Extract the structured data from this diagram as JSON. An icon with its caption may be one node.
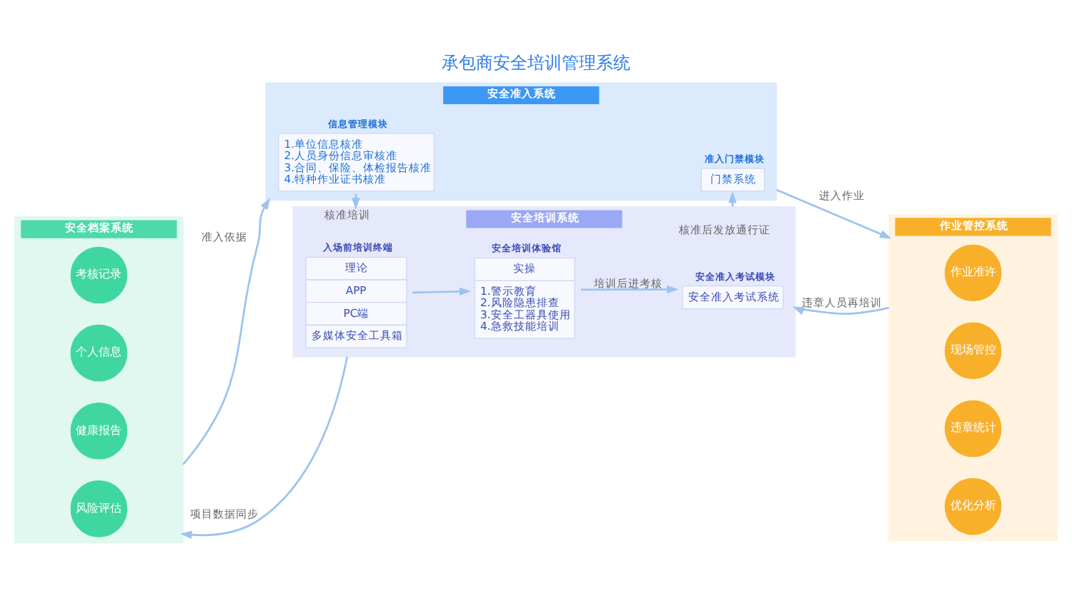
{
  "diagram": {
    "title": "承包商安全培训管理系统",
    "nodes": [
      {
        "text": [
          "安全档案系统"
        ]
      },
      {
        "text": [
          "考核记录"
        ],
        "in": 0
      },
      {
        "text": [
          "个人信息"
        ],
        "in": 0
      },
      {
        "text": [
          "健康报告"
        ],
        "in": 0
      },
      {
        "text": [
          "风险评估"
        ],
        "in": 0
      },
      {
        "text": [
          "安全准入系统"
        ]
      },
      {
        "text": [
          "信息管理模块",
          "1.单位信息核准 2.人员身份信息审核准 3.合同、保险、体检报告核准 4.特种作业证书核准"
        ],
        "in": 5
      },
      {
        "text": [
          "准入门禁模块",
          "门禁系统"
        ],
        "in": 5
      },
      {
        "text": [
          "安全培训系统"
        ]
      },
      {
        "text": [
          "入场前培训终端",
          "理论",
          "APP",
          "PC端",
          "多媒体安全工具箱"
        ],
        "in": 8
      },
      {
        "text": [
          "安全培训体验馆",
          "实操",
          "1.警示教育 2.风险隐患排查 3.安全工器具使用 4.急救技能培训"
        ],
        "in": 8
      },
      {
        "text": [
          "安全准入考试模块",
          "安全准入考试系统"
        ],
        "in": 8
      },
      {
        "text": [
          "作业管控系统"
        ]
      },
      {
        "text": [
          "作业准许"
        ],
        "in": 12
      },
      {
        "text": [
          "现场管控"
        ],
        "in": 12
      },
      {
        "text": [
          "违章统计"
        ],
        "in": 12
      },
      {
        "text": [
          "优化分析"
        ],
        "in": 12
      }
    ],
    "edges": [
      {
        "from": 0,
        "to": 5,
        "label": "准入依据",
        "arrow": "to"
      },
      {
        "from": 5,
        "to": 12,
        "label": "进入作业",
        "arrow": "to"
      },
      {
        "from": 6,
        "to": 8,
        "label": "核准培训",
        "arrow": "to"
      },
      {
        "from": 8,
        "to": 7,
        "label": "核准后发放通行证",
        "arrow": "to"
      },
      {
        "from": 8,
        "to": 0,
        "label": "项目数据同步",
        "arrow": "to"
      },
      {
        "from": 12,
        "to": 8,
        "label": "违章人员再培训",
        "arrow": "to"
      },
      {
        "from": 9,
        "to": 10,
        "arrow": "to"
      },
      {
        "from": 10,
        "to": 11,
        "label": "培训后进考核",
        "arrow": "to"
      }
    ]
  }
}
